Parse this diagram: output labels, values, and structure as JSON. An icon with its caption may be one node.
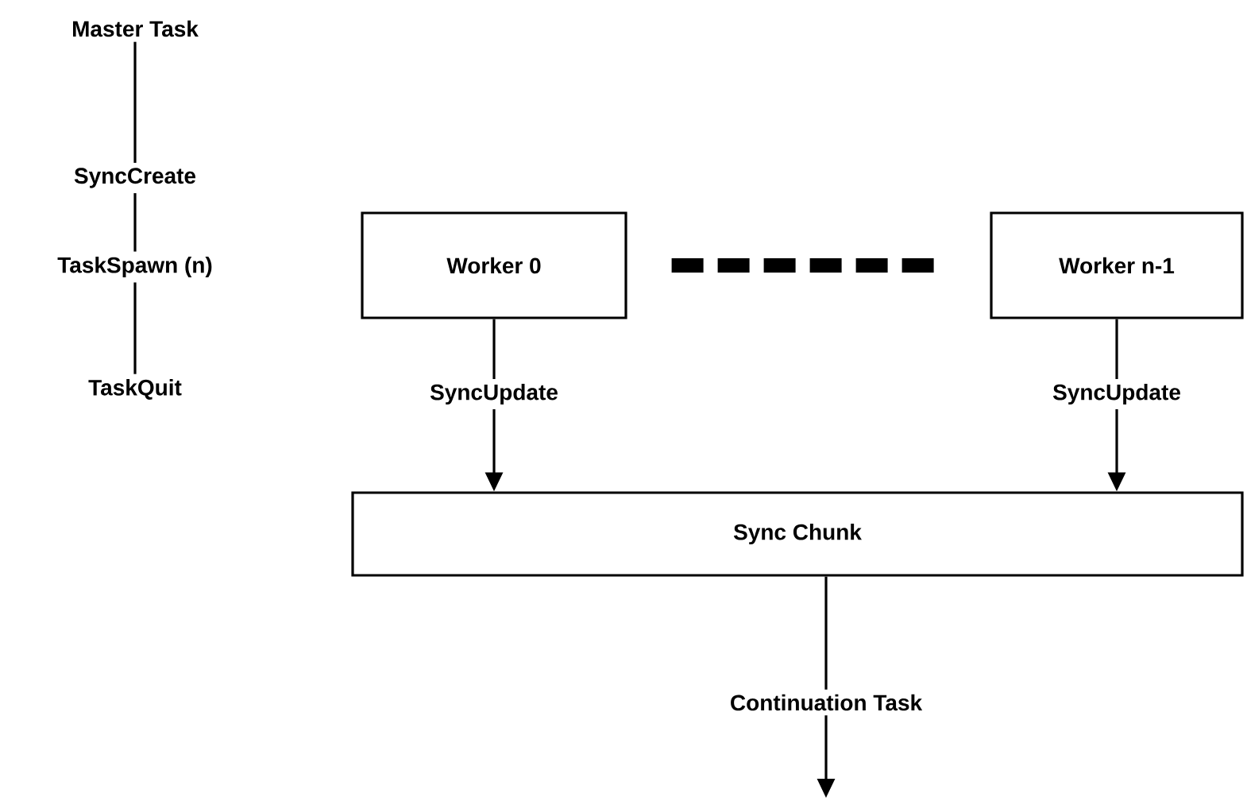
{
  "diagram": {
    "nodes": [
      {
        "text": [
          "Master Task"
        ]
      },
      {
        "text": [
          "SyncCreate"
        ]
      },
      {
        "text": [
          "TaskSpawn (n)"
        ]
      },
      {
        "text": [
          "TaskQuit"
        ]
      },
      {
        "text": [
          "Worker 0"
        ]
      },
      {
        "text": [
          "Worker n-1"
        ]
      },
      {
        "text": [
          "Sync Chunk"
        ]
      }
    ],
    "edges": [
      {
        "from": 0,
        "to": 1,
        "arrow": "none"
      },
      {
        "from": 1,
        "to": 2,
        "arrow": "none"
      },
      {
        "from": 2,
        "to": 3,
        "arrow": "none"
      },
      {
        "from": 4,
        "to": 5,
        "arrow": "none",
        "style": "dashed"
      },
      {
        "from": 4,
        "to": 6,
        "arrow": "to",
        "label": "SyncUpdate"
      },
      {
        "from": 5,
        "to": 6,
        "arrow": "to",
        "label": "SyncUpdate"
      },
      {
        "from": 6,
        "to": null,
        "arrow": "to",
        "label": "Continuation Task"
      }
    ]
  }
}
